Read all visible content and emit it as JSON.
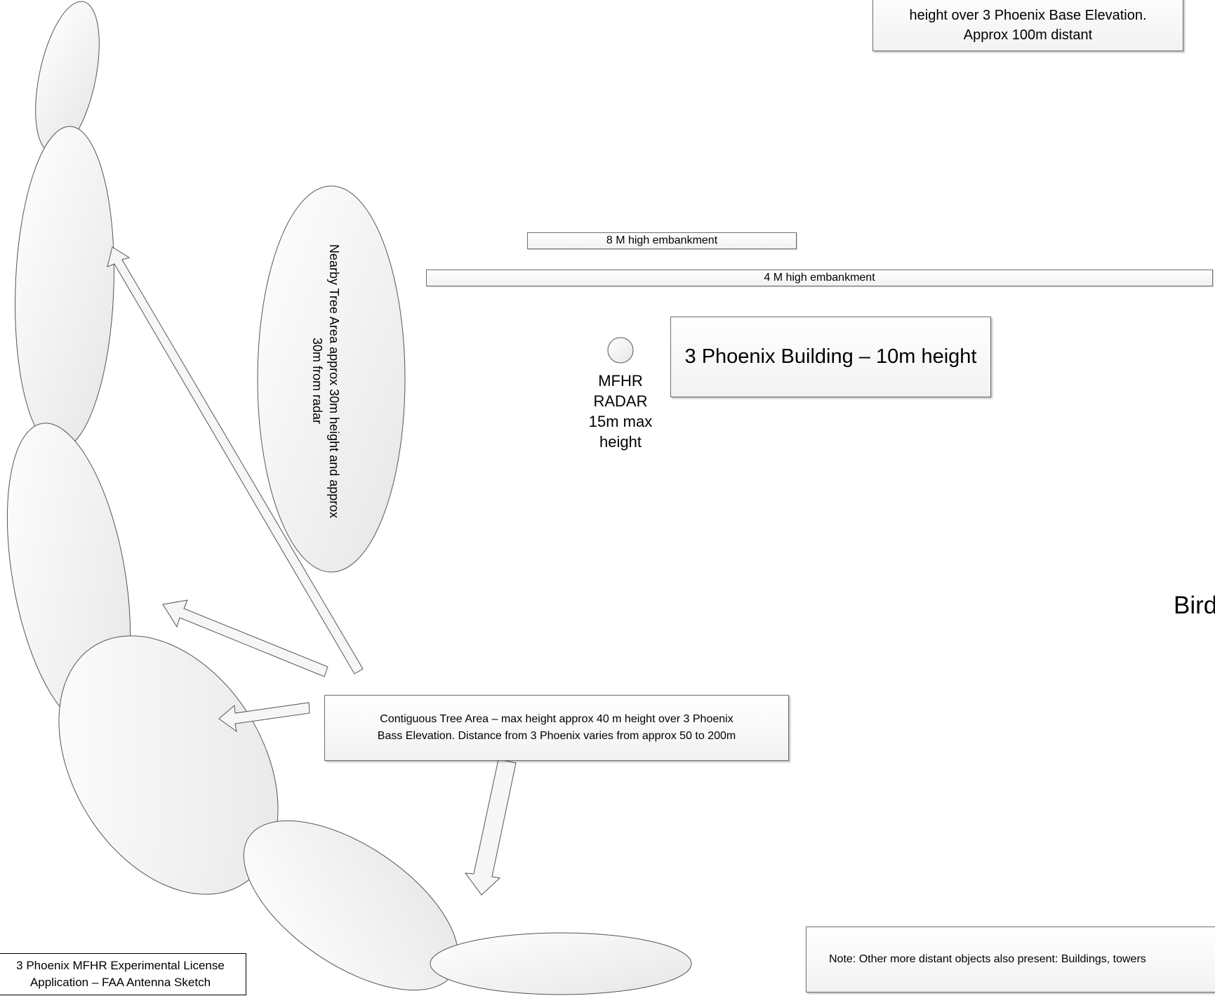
{
  "top_note": {
    "line1": "height over 3 Phoenix Base Elevation.",
    "line2": "Approx 100m distant"
  },
  "embankment_8m": "8 M high embankment",
  "embankment_4m": "4 M high embankment",
  "building_label": "3 Phoenix Building – 10m height",
  "radar": {
    "line1": "MFHR",
    "line2": "RADAR",
    "line3": "15m max",
    "line4": "height"
  },
  "nearby_tree_area": {
    "line1": "Nearby Tree Area approx 30m height and approx",
    "line2": "30m from radar"
  },
  "contiguous_tree_area": {
    "line1": "Contiguous Tree Area – max height approx 40 m height over 3 Phoenix",
    "line2": "Bass Elevation.  Distance from 3 Phoenix varies from approx 50 to 200m"
  },
  "right_edge_text": "Bird",
  "note_bottom_right": "Note: Other more distant objects also present: Buildings, towers",
  "title_box": {
    "line1": "3 Phoenix MFHR Experimental License",
    "line2": "Application – FAA Antenna Sketch"
  }
}
